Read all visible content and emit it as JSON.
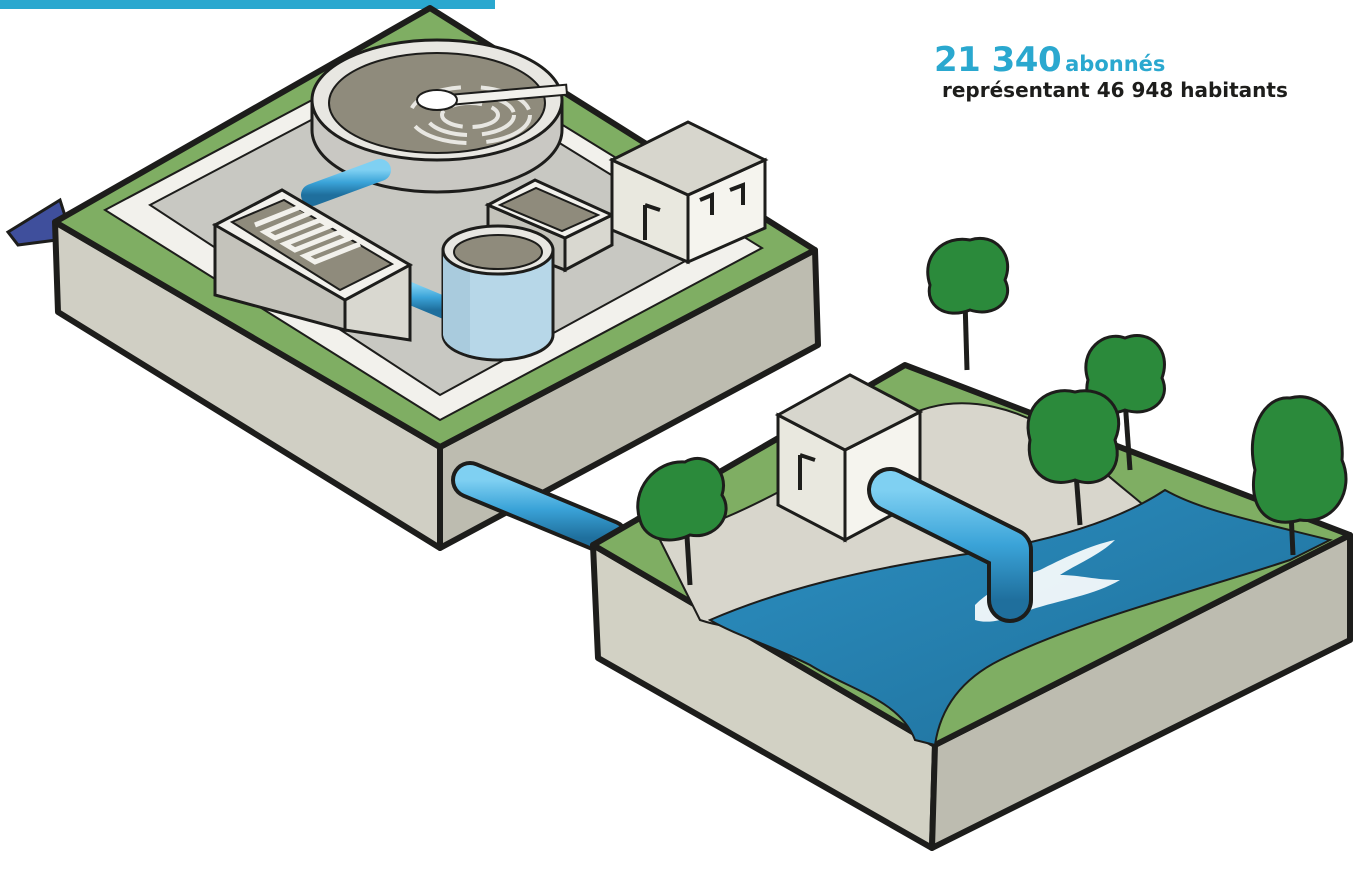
{
  "header": {
    "accent_color": "#2aa8cf"
  },
  "stats": {
    "subscribers_value": "21 340",
    "subscribers_unit": "abonnés",
    "inhabitants_text": "représentant 46 948 habitants"
  },
  "illustration": {
    "colors": {
      "grass": "#7fae63",
      "soil": "#d2d1c4",
      "concrete": "#c9c8c1",
      "water": "#2c8fc1",
      "pipe": "#3aa3d8",
      "tree": "#2b8a3b"
    }
  }
}
